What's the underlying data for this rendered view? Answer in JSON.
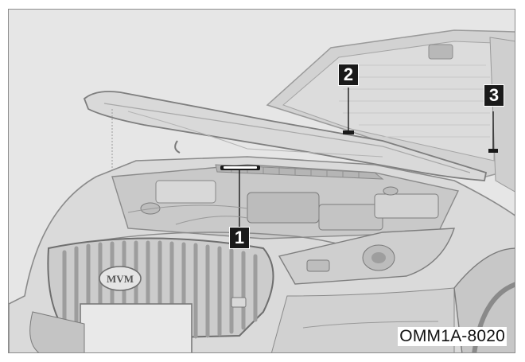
{
  "callouts": {
    "one": "1",
    "two": "2",
    "three": "3"
  },
  "grille_badge": "MVM",
  "image_code": "OMM1A-8020"
}
